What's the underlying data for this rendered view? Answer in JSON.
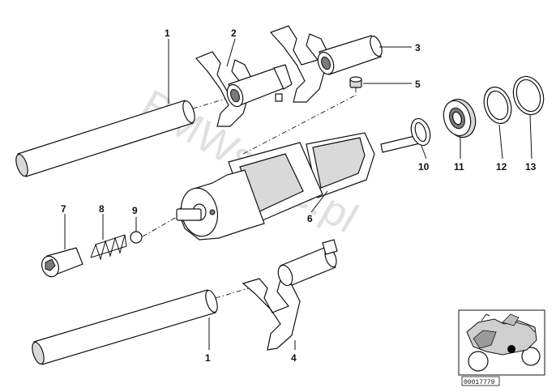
{
  "callouts": {
    "c1_top": "1",
    "c2": "2",
    "c3": "3",
    "c5": "5",
    "c7": "7",
    "c8": "8",
    "c9": "9",
    "c6": "6",
    "c10": "10",
    "c11": "11",
    "c12": "12",
    "c13": "13",
    "c1_bottom": "1",
    "c4": "4"
  },
  "watermark": "BMWstore.pl",
  "inset": {
    "document_id": "00017779"
  }
}
